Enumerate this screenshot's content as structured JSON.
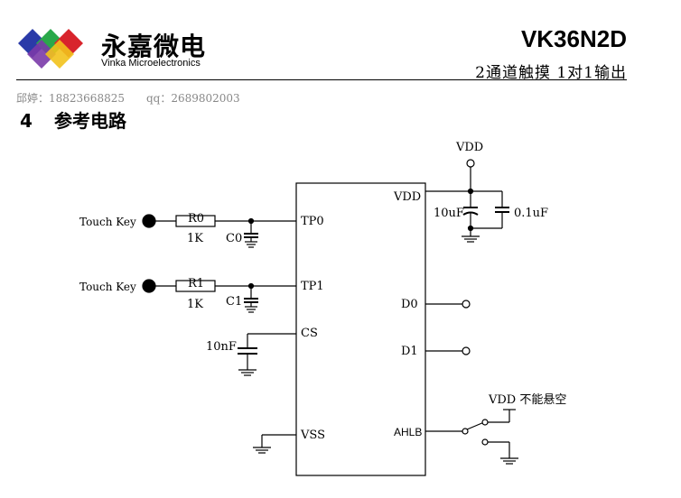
{
  "header": {
    "logo_cn": "永嘉微电",
    "logo_en": "Vinka Microelectronics",
    "part_number": "VK36N2D",
    "subtitle": "2通道触摸 1对1输出",
    "contact": "邱婷：18823668825　　qq：2689802003"
  },
  "section": {
    "number": "4",
    "title": "参考电路"
  },
  "schematic": {
    "touch_key_1": "Touch Key",
    "touch_key_2": "Touch Key",
    "r0": "R0",
    "r0_value": "1K",
    "r1": "R1",
    "r1_value": "1K",
    "c0": "C0",
    "c1": "C1",
    "cs_cap": "10nF",
    "pin_tp0": "TP0",
    "pin_tp1": "TP1",
    "pin_cs": "CS",
    "pin_vss": "VSS",
    "pin_vdd": "VDD",
    "pin_d0": "D0",
    "pin_d1": "D1",
    "pin_ahlb": "AHLB",
    "vdd_supply": "VDD",
    "cap_10uf": "10uF",
    "cap_01uf": "0.1uF",
    "ahlb_option": "VDD 不能悬空"
  },
  "colors": {
    "logo_blue": "#2a3aa8",
    "logo_green": "#2aa84a",
    "logo_red": "#d8242c",
    "logo_purple": "#7a3aa8",
    "logo_yellow": "#f2c21c",
    "contact_gray": "#888888"
  }
}
